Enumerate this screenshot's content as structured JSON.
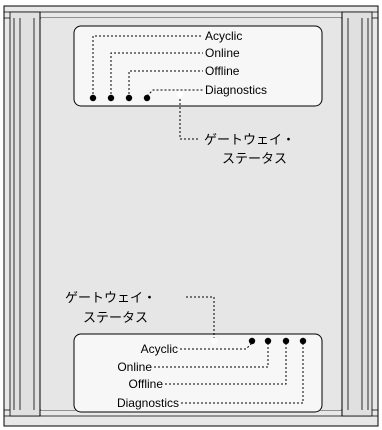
{
  "top_panel": {
    "leds": [
      "Acyclic",
      "Online",
      "Offline",
      "Diagnostics"
    ],
    "gateway_status_line1": "ゲートウェイ・",
    "gateway_status_line2": "ステータス"
  },
  "bottom_panel": {
    "leds": [
      "Acyclic",
      "Online",
      "Offline",
      "Diagnostics"
    ],
    "gateway_status_line1": "ゲートウェイ・",
    "gateway_status_line2": "ステータス"
  },
  "colors": {
    "housing": "#e8e8e8",
    "panel": "#f7f7f7",
    "outline": "#000000",
    "led": "#000000",
    "gateway_led": "#ffffff"
  }
}
